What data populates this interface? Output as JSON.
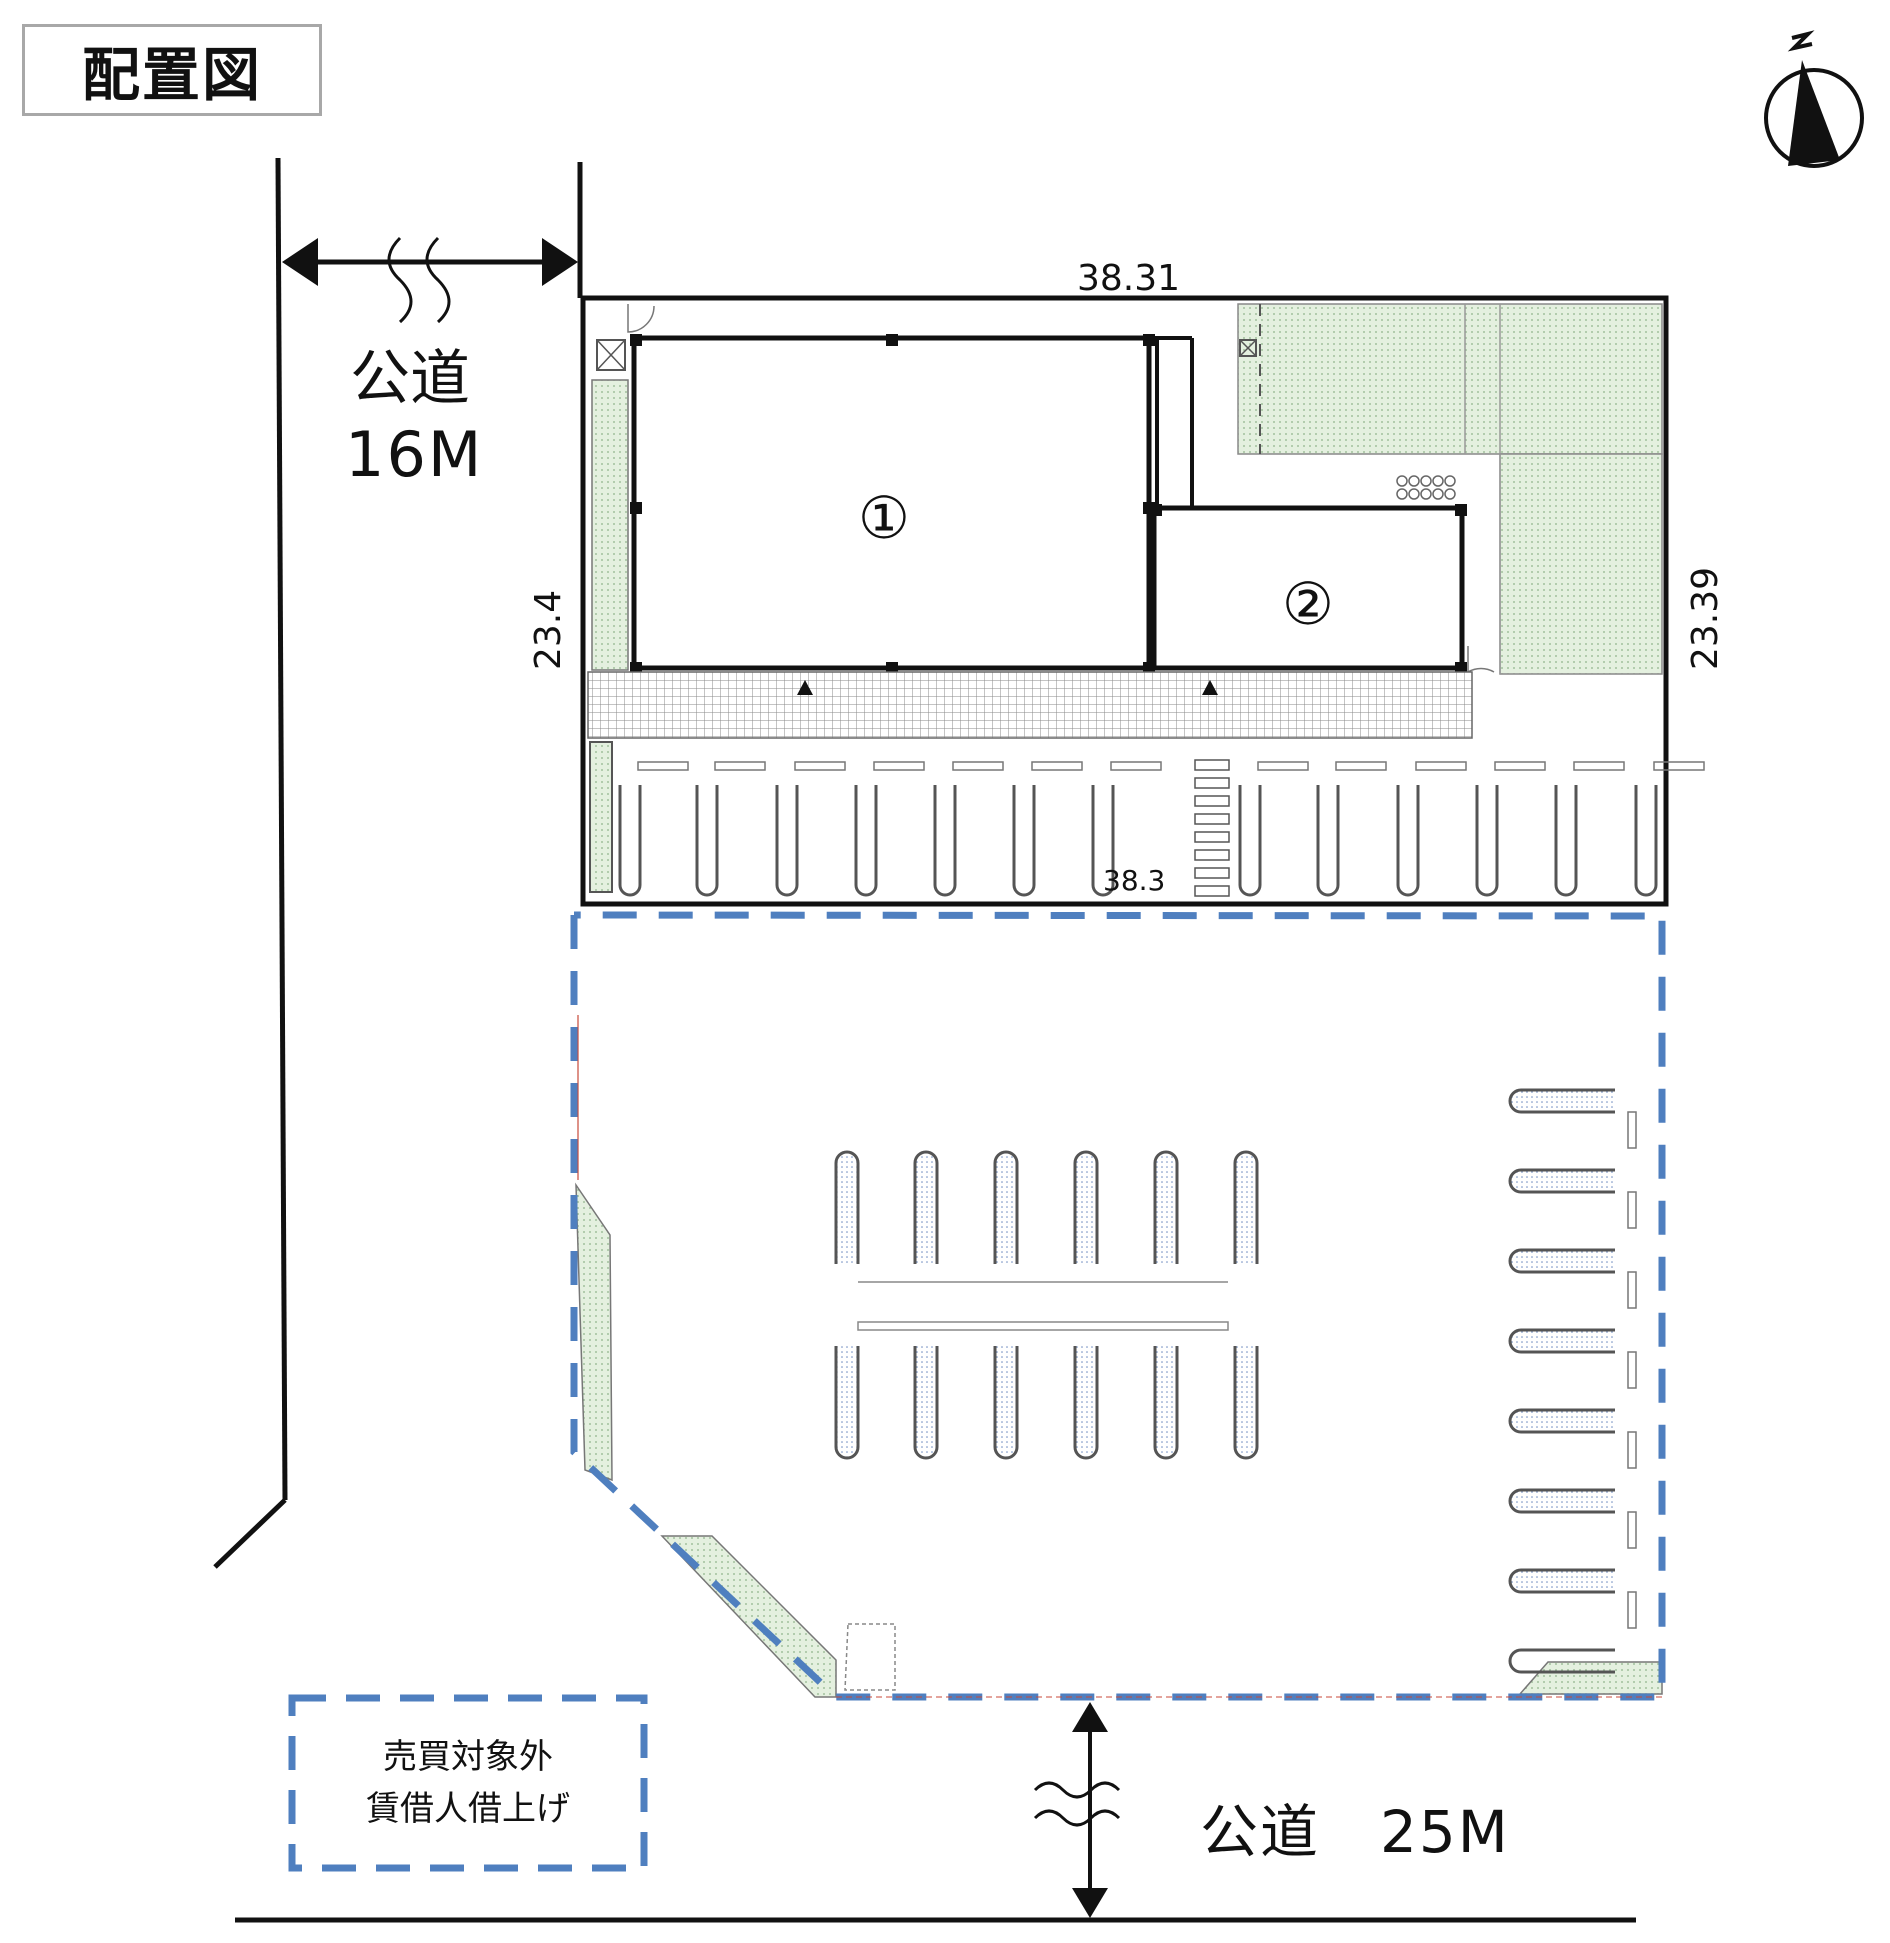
{
  "title": "配置図",
  "roads": {
    "left_name": "公道",
    "left_width": "16M",
    "bottom": "公道　25M"
  },
  "dimensions": {
    "top": "38.31",
    "bottom": "38.3",
    "left": "23.4",
    "right": "23.39"
  },
  "buildings": {
    "b1": "①",
    "b2": "②"
  },
  "legend": {
    "line1": "売買対象外",
    "line2": "賃借人借上げ"
  },
  "icons": {
    "north": "north-arrow-icon",
    "entrance": "entrance-triangle-icon"
  },
  "colors": {
    "boundary_dash": "#4f7fbf",
    "green_area": "#dfeeda",
    "line": "#111111",
    "grid": "#9a9a9a"
  }
}
